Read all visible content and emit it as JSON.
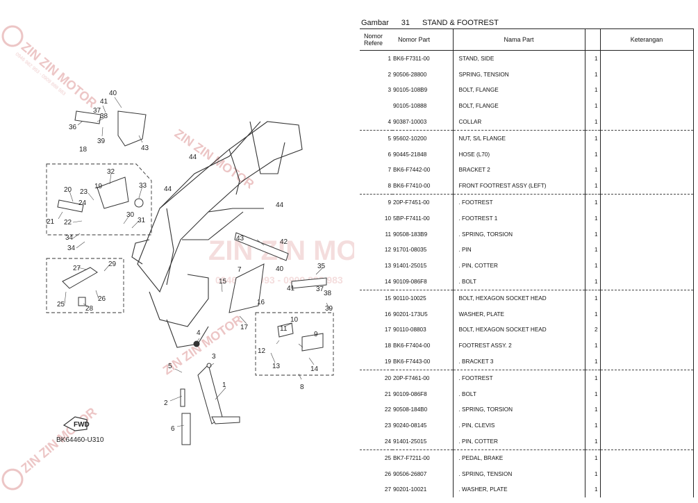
{
  "diagram": {
    "figure_code": "BK64460-U310",
    "fwd_label": "FWD",
    "watermark_text": "ZIN ZIN MOTOR",
    "watermark_phone": "0946 982 993 - 0909 888 983",
    "callouts": [
      "40",
      "41",
      "37",
      "38",
      "36",
      "39",
      "43",
      "18",
      "32",
      "19",
      "33",
      "20",
      "23",
      "24",
      "21",
      "22",
      "30",
      "31",
      "34",
      "34",
      "35",
      "44",
      "44",
      "43",
      "44",
      "42",
      "40",
      "41",
      "37",
      "38",
      "39",
      "27",
      "29",
      "26",
      "25",
      "28",
      "15",
      "7",
      "16",
      "17",
      "11",
      "10",
      "9",
      "12",
      "13",
      "14",
      "8",
      "4",
      "5",
      "3",
      "2",
      "1",
      "6"
    ]
  },
  "header": {
    "gambar_label": "Gambar",
    "figure_no": "31",
    "title": "STAND & FOOTREST"
  },
  "columns": {
    "ref": "Nomor Refere",
    "ref_line1": "Nomor",
    "ref_line2": "Refere",
    "part_no": "Nomor Part",
    "name": "Nama Part",
    "qty": "",
    "remarks": "Keterangan"
  },
  "parts": [
    {
      "ref": "1",
      "part_no": "BK6-F7311-00",
      "name": "STAND, SIDE",
      "qty": "1"
    },
    {
      "ref": "2",
      "part_no": "90506-28800",
      "name": "SPRING, TENSION",
      "qty": "1"
    },
    {
      "ref": "3",
      "part_no": "90105-108B9",
      "name": "BOLT, FLANGE",
      "qty": "1"
    },
    {
      "ref": "",
      "part_no": "90105-10888",
      "name": "BOLT, FLANGE",
      "qty": "1"
    },
    {
      "ref": "4",
      "part_no": "90387-10003",
      "name": "COLLAR",
      "qty": "1"
    },
    {
      "ref": "5",
      "part_no": "95602-10200",
      "name": "NUT, S/L FLANGE",
      "qty": "1"
    },
    {
      "ref": "6",
      "part_no": "90445-21848",
      "name": "HOSE (L70)",
      "qty": "1"
    },
    {
      "ref": "7",
      "part_no": "BK6-F7442-00",
      "name": "BRACKET 2",
      "qty": "1"
    },
    {
      "ref": "8",
      "part_no": "BK6-F7410-00",
      "name": "FRONT FOOTREST ASSY (LEFT)",
      "qty": "1"
    },
    {
      "ref": "9",
      "part_no": "20P-F7451-00",
      "name": ". FOOTREST",
      "qty": "1"
    },
    {
      "ref": "10",
      "part_no": "5BP-F7411-00",
      "name": ". FOOTREST 1",
      "qty": "1"
    },
    {
      "ref": "11",
      "part_no": "90508-183B9",
      "name": ". SPRING, TORSION",
      "qty": "1"
    },
    {
      "ref": "12",
      "part_no": "91701-08035",
      "name": ". PIN",
      "qty": "1"
    },
    {
      "ref": "13",
      "part_no": "91401-25015",
      "name": ". PIN, COTTER",
      "qty": "1"
    },
    {
      "ref": "14",
      "part_no": "90109-086F8",
      "name": ". BOLT",
      "qty": "1"
    },
    {
      "ref": "15",
      "part_no": "90110-10025",
      "name": "BOLT, HEXAGON SOCKET HEAD",
      "qty": "1"
    },
    {
      "ref": "16",
      "part_no": "90201-173U5",
      "name": "WASHER, PLATE",
      "qty": "1"
    },
    {
      "ref": "17",
      "part_no": "90110-08803",
      "name": "BOLT, HEXAGON SOCKET HEAD",
      "qty": "2"
    },
    {
      "ref": "18",
      "part_no": "BK6-F7404-00",
      "name": "FOOTREST ASSY. 2",
      "qty": "1"
    },
    {
      "ref": "19",
      "part_no": "BK6-F7443-00",
      "name": ". BRACKET 3",
      "qty": "1"
    },
    {
      "ref": "20",
      "part_no": "20P-F7461-00",
      "name": ". FOOTREST",
      "qty": "1"
    },
    {
      "ref": "21",
      "part_no": "90109-086F8",
      "name": ". BOLT",
      "qty": "1"
    },
    {
      "ref": "22",
      "part_no": "90508-184B0",
      "name": ". SPRING, TORSION",
      "qty": "1"
    },
    {
      "ref": "23",
      "part_no": "90240-08145",
      "name": ". PIN, CLEVIS",
      "qty": "1"
    },
    {
      "ref": "24",
      "part_no": "91401-25015",
      "name": ". PIN, COTTER",
      "qty": "1"
    },
    {
      "ref": "25",
      "part_no": "BK7-F7211-00",
      "name": ". PEDAL, BRAKE",
      "qty": "1"
    },
    {
      "ref": "26",
      "part_no": "90506-26807",
      "name": ". SPRING, TENSION",
      "qty": "1"
    },
    {
      "ref": "27",
      "part_no": "90201-10021",
      "name": ". WASHER, PLATE",
      "qty": "1"
    }
  ],
  "group_breaks_after": [
    4,
    8,
    14,
    19,
    24
  ]
}
